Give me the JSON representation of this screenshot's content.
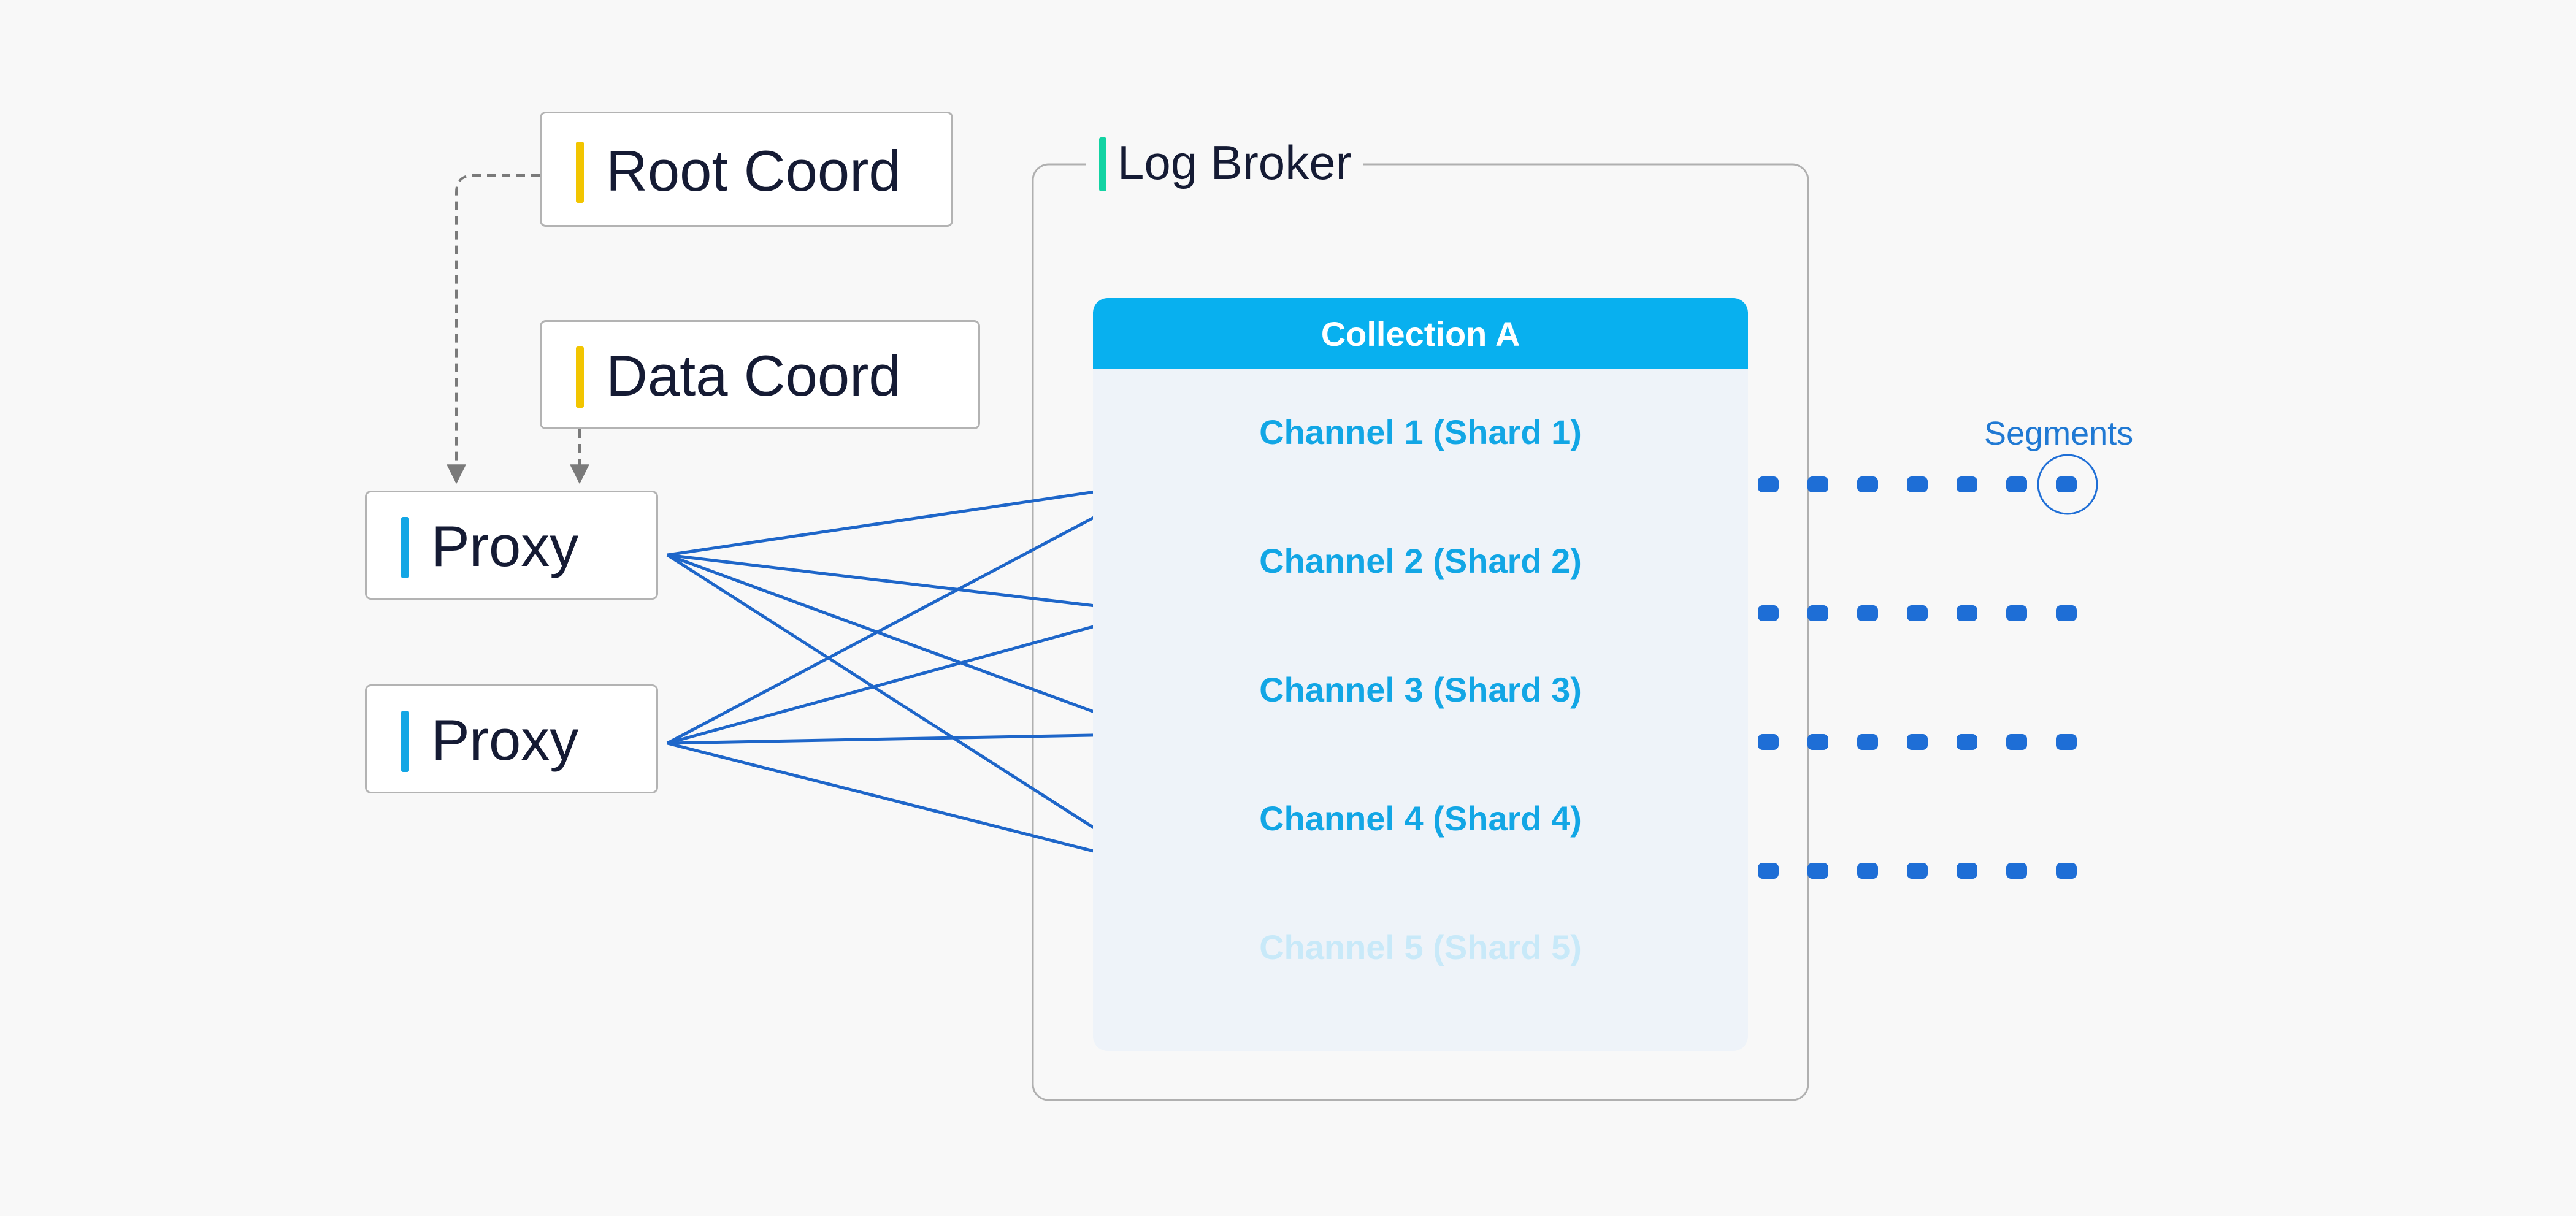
{
  "nodes": {
    "root_coord": "Root Coord",
    "data_coord": "Data Coord",
    "proxy_1": "Proxy",
    "proxy_2": "Proxy"
  },
  "log_broker": {
    "title": "Log Broker",
    "collection": "Collection A",
    "channels": [
      "Channel 1 (Shard 1)",
      "Channel 2 (Shard 2)",
      "Channel 3 (Shard 3)",
      "Channel 4 (Shard 4)",
      "Channel 5 (Shard 5)"
    ]
  },
  "segments_label": "Segments",
  "colors": {
    "coord_accent": "#f2c500",
    "proxy_accent": "#12a6e5",
    "broker_accent": "#13d3a3",
    "collection_header": "#08b0ef",
    "arrow": "#1e66c9",
    "segment_dot": "#1e6ed6",
    "dashed_connector": "#7a7a7a"
  }
}
